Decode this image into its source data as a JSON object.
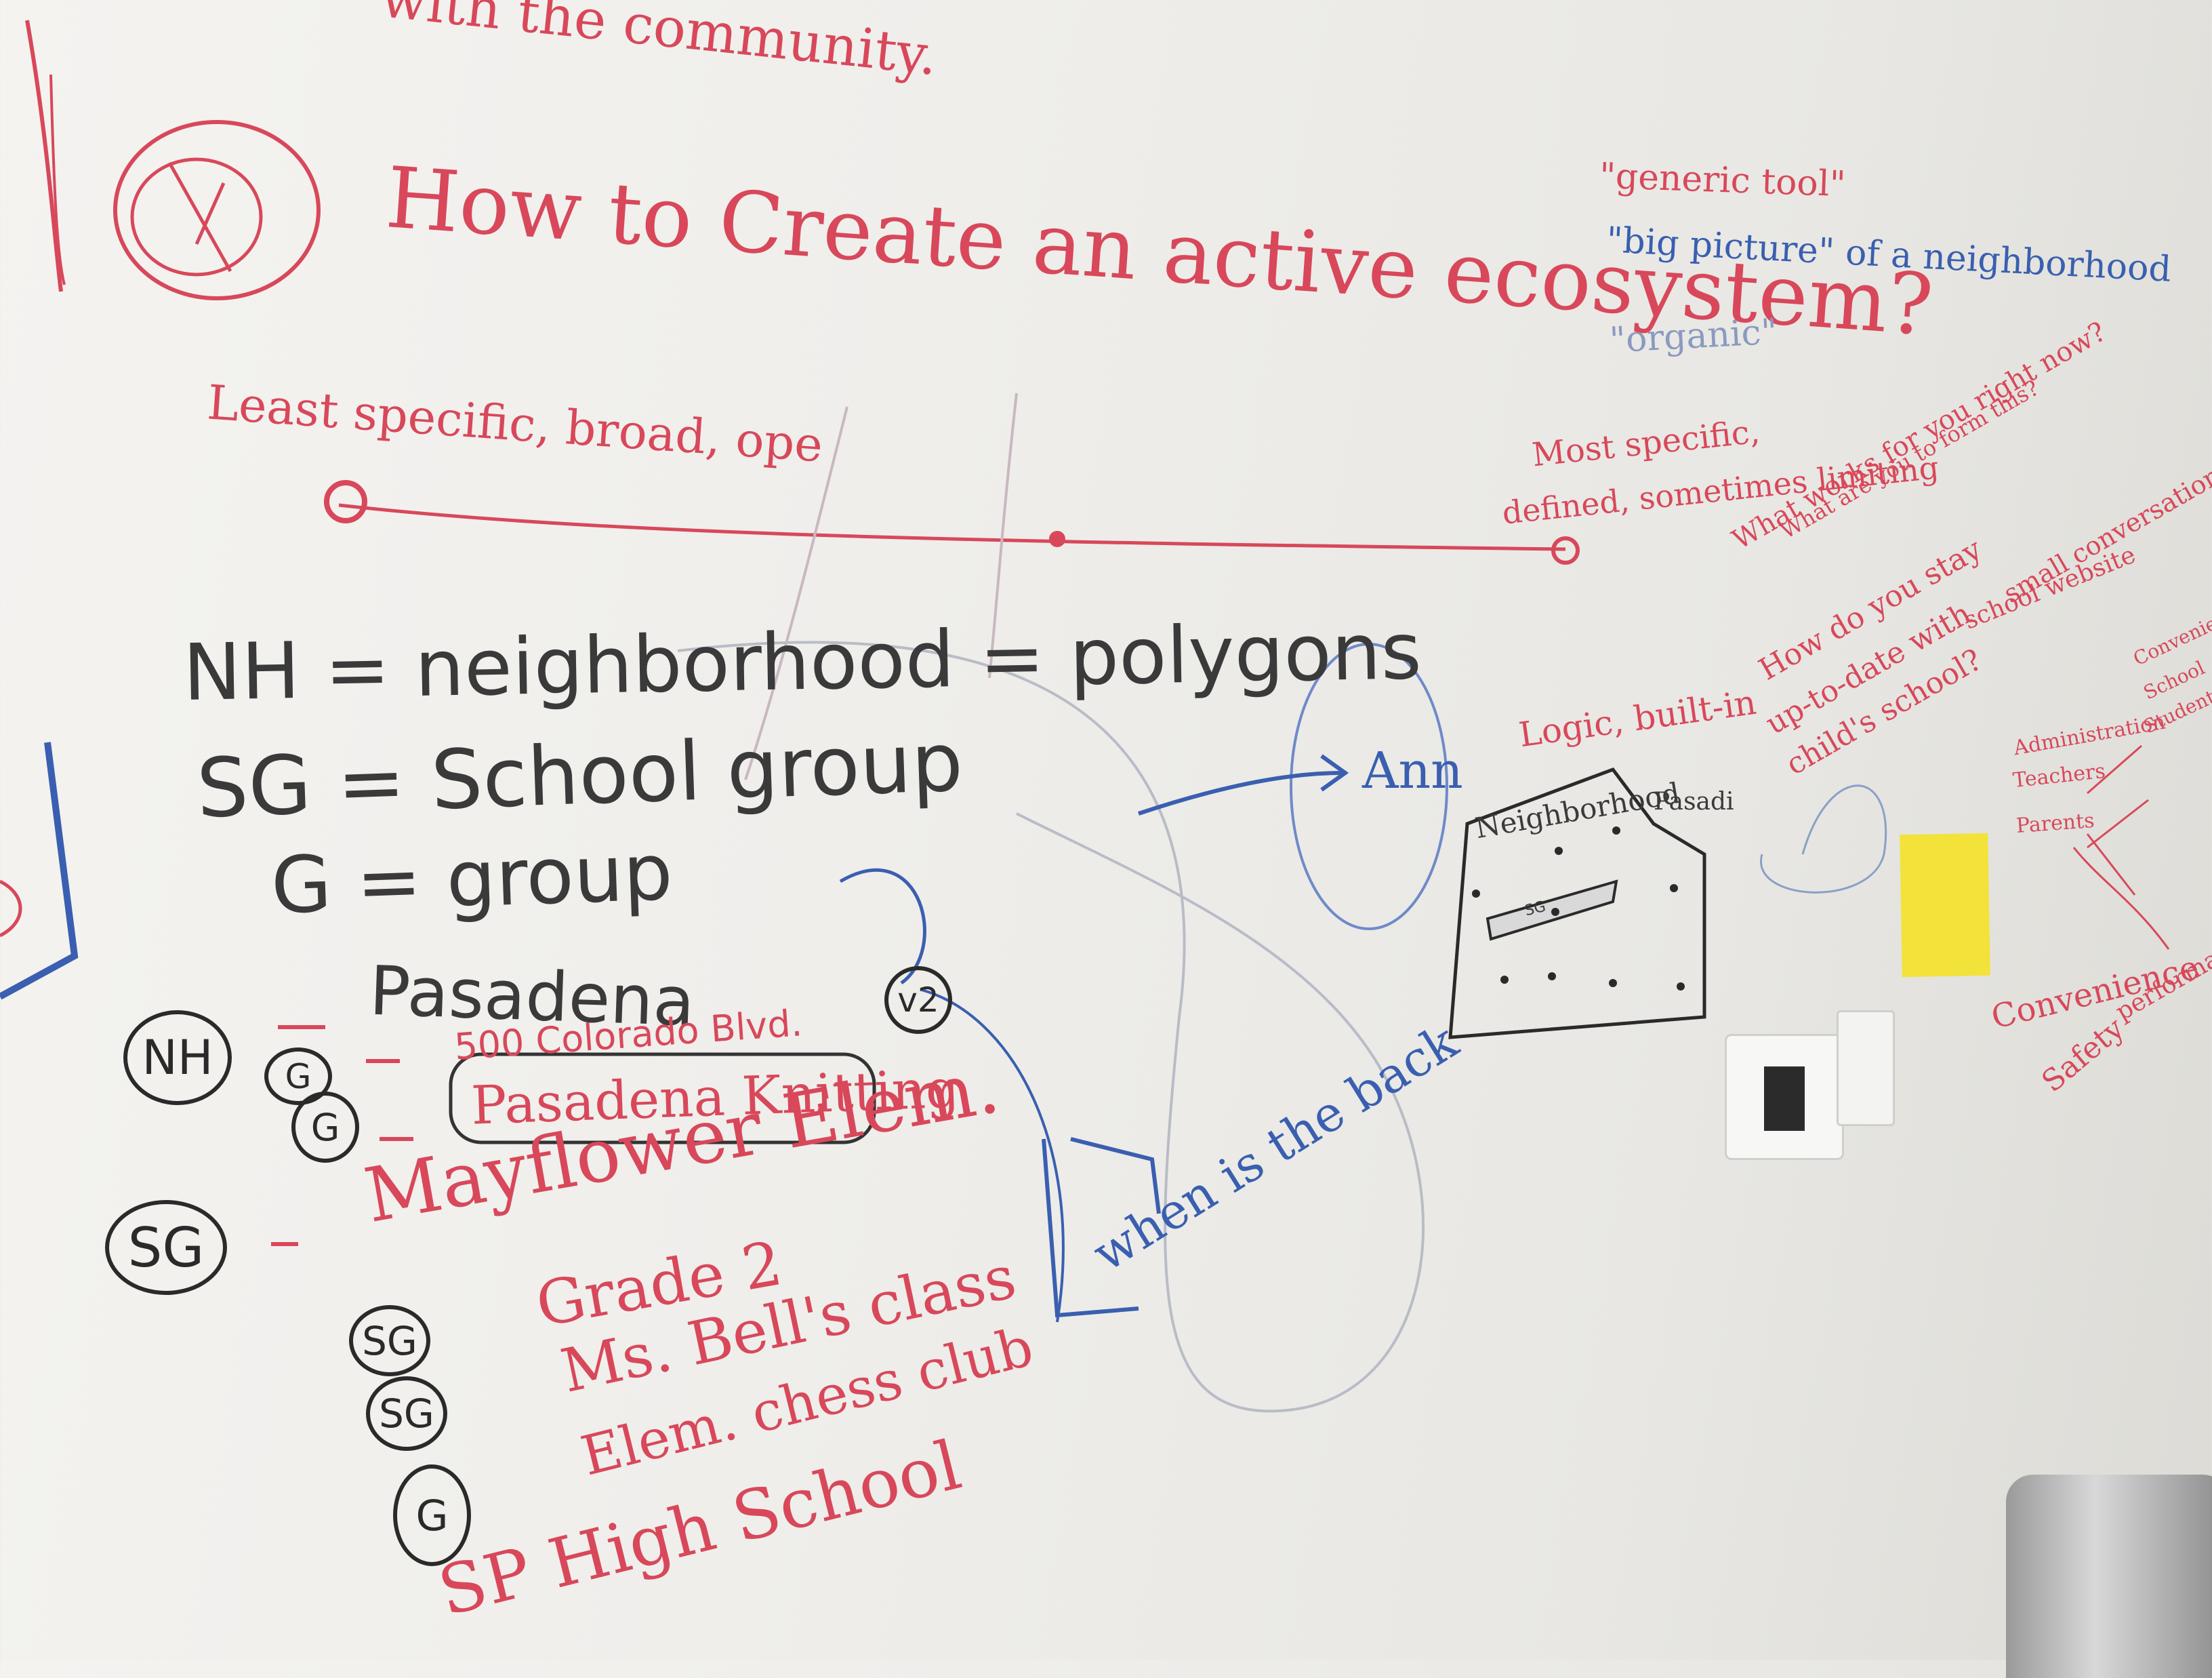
{
  "texts": {
    "top_line": "with the community.",
    "question": "How to Create an active ecosystem?",
    "least": "Least specific, broad, ope",
    "most1": "Most specific,",
    "most2": "defined, sometimes limiting",
    "generic": "\"generic tool\"",
    "bigpic": "\"big picture\" of a neighborhood",
    "organic": "\"organic\"",
    "nh_def": "NH = neighborhood = polygons",
    "sg_def": "SG = School group",
    "g_def": "G = group",
    "pasadena": "Pasadena",
    "blvd": "500 Colorado Blvd.",
    "knitting": "Pasadena Knitting",
    "mayflower": "Mayflower Elem.",
    "grade2": "Grade 2",
    "bell": "Ms. Bell's class",
    "chess": "Elem. chess club",
    "sphigh": "SP High School",
    "logic": "Logic, built-in",
    "neighborhood": "Neighborhood",
    "pasa_right": "Pasadi",
    "when": "when is the back",
    "ann": "Ann",
    "sg_small": "SG",
    "v2": "v2",
    "what_works": "What works for you right now?",
    "what_are": "What are you to form this?",
    "how_do": "How do you stay",
    "up_to_date": "up-to-date with",
    "childs": "child's school?",
    "small_conv": "small conversations",
    "school_web": "school website",
    "admin": "Administration",
    "teachers": "Teachers",
    "parents": "Parents",
    "convenience": "Convenience",
    "safety": "Safety",
    "performance": "performance",
    "convenience2": "Convenience",
    "school_r": "School",
    "student": "Student p",
    "nh_c": "NH",
    "g_c1": "G",
    "g_c2": "G",
    "sg_c1": "SG",
    "sg_c2": "SG",
    "sg_c3": "SG",
    "g_c3": "G"
  }
}
